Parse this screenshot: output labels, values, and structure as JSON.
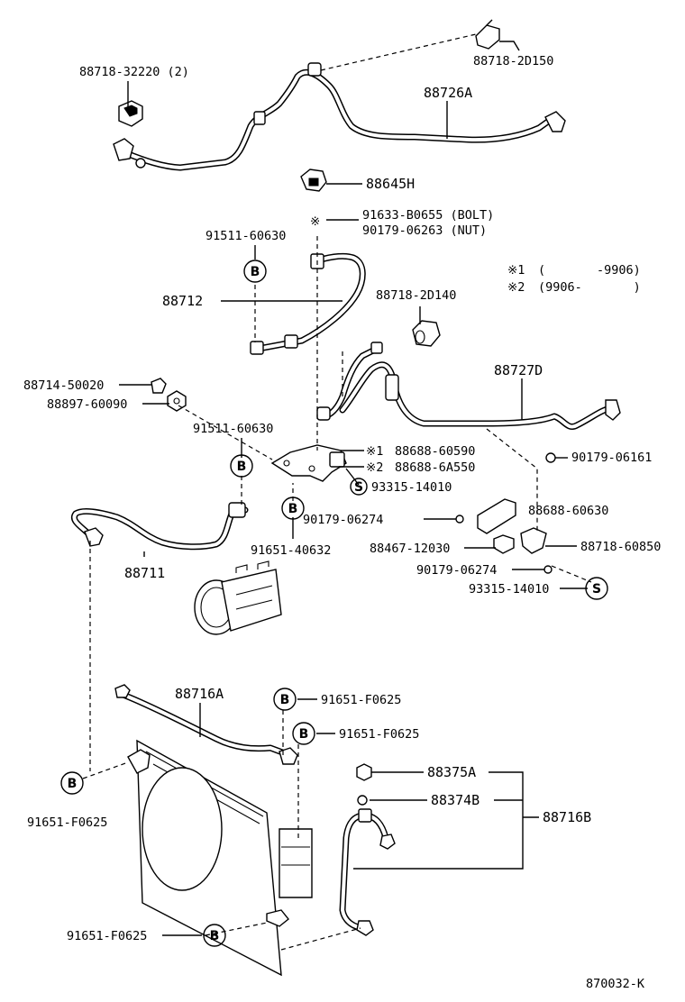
{
  "labels": {
    "p88718_32220": "88718-32220 (2)",
    "p88718_2D150": "88718-2D150",
    "p88726A": "88726A",
    "p88645H": "88645H",
    "p91633_B0655": "91633-B0655 (BOLT)",
    "p90179_06263": "90179-06263 (NUT)",
    "p91511_60630_top": "91511-60630",
    "p88712": "88712",
    "p88718_2D140": "88718-2D140",
    "p88714_50020": "88714-50020",
    "p88897_60090": "88897-60090",
    "p88727D": "88727D",
    "p91511_60630_mid": "91511-60630",
    "p88688_60590": "88688-60590",
    "p88688_6A550": "88688-6A550",
    "p93315_14010_a": "93315-14010",
    "p90179_06161": "90179-06161",
    "p90179_06274_a": "90179-06274",
    "p88688_60630": "88688-60630",
    "p88467_12030": "88467-12030",
    "p88718_60850": "88718-60850",
    "p90179_06274_b": "90179-06274",
    "p93315_14010_b": "93315-14010",
    "p91651_40632": "91651-40632",
    "p88711": "88711",
    "p88716A": "88716A",
    "p91651_F0625_a": "91651-F0625",
    "p91651_F0625_b": "91651-F0625",
    "p91651_F0625_c": "91651-F0625",
    "p91651_F0625_d": "91651-F0625",
    "p88375A": "88375A",
    "p88374B": "88374B",
    "p88716B": "88716B"
  },
  "markers": {
    "note_mark": "※",
    "mark1": "※1",
    "mark2": "※2",
    "b_badge": "B",
    "s_badge": "S"
  },
  "legend": {
    "row1_mark": "※1",
    "row1_text": "(       -9906)",
    "row2_mark": "※2",
    "row2_text": "(9906-       )"
  },
  "figure_code": "870032-K"
}
